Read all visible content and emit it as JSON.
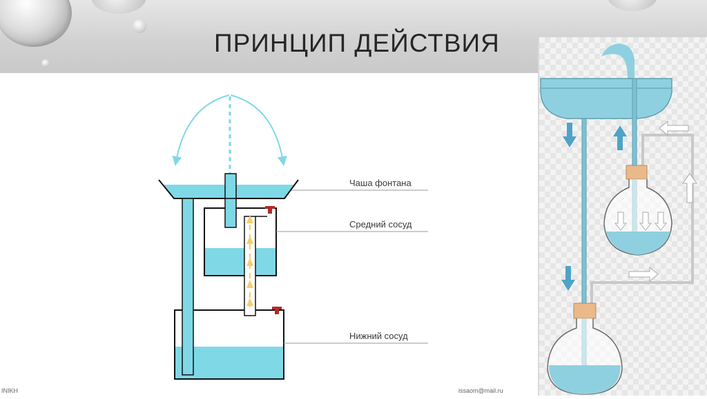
{
  "slide": {
    "title": "ПРИНЦИП ДЕЙСТВИЯ"
  },
  "diagram": {
    "labels": {
      "bowl": "Чаша фонтана",
      "middle": "Средний сосуд",
      "lower": "Нижний сосуд"
    }
  },
  "footer": {
    "left": "INIKH",
    "right": "issaom@mail.ru"
  },
  "colors": {
    "water": "#7fd8e6",
    "pipe": "#42bcd0",
    "outline": "#111111",
    "arrow": "#f5cf6a",
    "valve": "#b62828",
    "right_water": "#8fd0e0",
    "right_arrow": "#4fa3c7",
    "cork": "#e9b98a"
  }
}
